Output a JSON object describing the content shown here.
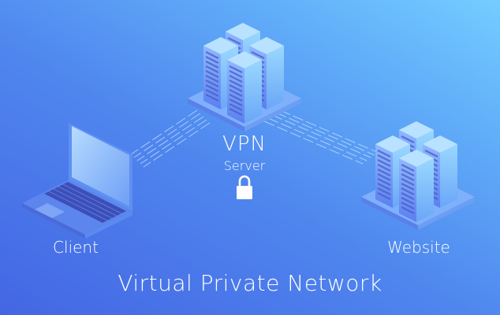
{
  "title": "Virtual Private Network",
  "nodes": {
    "client": "Client",
    "vpn": "VPN",
    "server": "Server",
    "website": "Website"
  },
  "icons": [
    "laptop-icon",
    "server-rack-icon",
    "lock-icon"
  ],
  "colors": {
    "background_start": "#4466e4",
    "background_end": "#74cdff",
    "text": "#ffffff"
  }
}
